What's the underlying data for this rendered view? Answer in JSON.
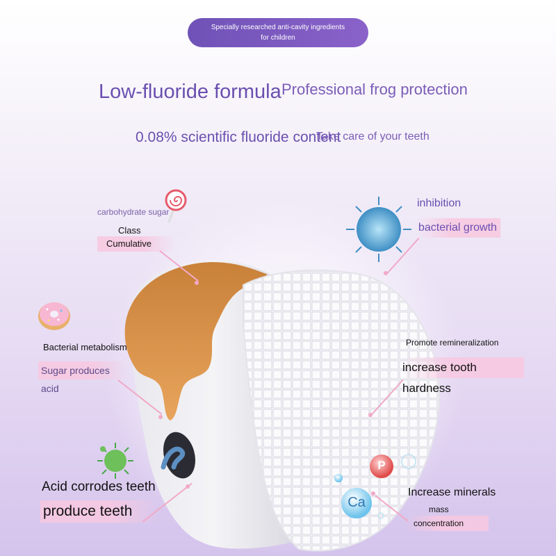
{
  "banner": {
    "text": "Specially researched anti-cavity ingredients for children"
  },
  "headline": {
    "main": "Low-fluoride formula",
    "side": "Professional frog protection"
  },
  "subheadline": {
    "main": "0.08% scientific fluoride content",
    "side": "Take care of your teeth"
  },
  "callouts": {
    "carb": {
      "line1": "carbohydrate sugar",
      "line2": "Class",
      "line3": "Cumulative"
    },
    "bacterial_metabolism": {
      "line1": "Bacterial metabolism",
      "line2": "Sugar produces acid"
    },
    "acid": {
      "line1": "Acid corrodes teeth",
      "line2": "produce teeth"
    },
    "inhibition": {
      "line1": "inhibition",
      "line2": "bacterial growth"
    },
    "remineral": {
      "line1": "Promote remineralization",
      "line2": "increase tooth hardness"
    },
    "minerals": {
      "line1": "Increase minerals",
      "line2": "mass",
      "line3": "concentration"
    }
  },
  "badges": {
    "ca": "Ca",
    "p": "P"
  },
  "colors": {
    "accent": "#6a4fb0",
    "pink": "#f1a9c8",
    "caries": "#d98a3d"
  }
}
